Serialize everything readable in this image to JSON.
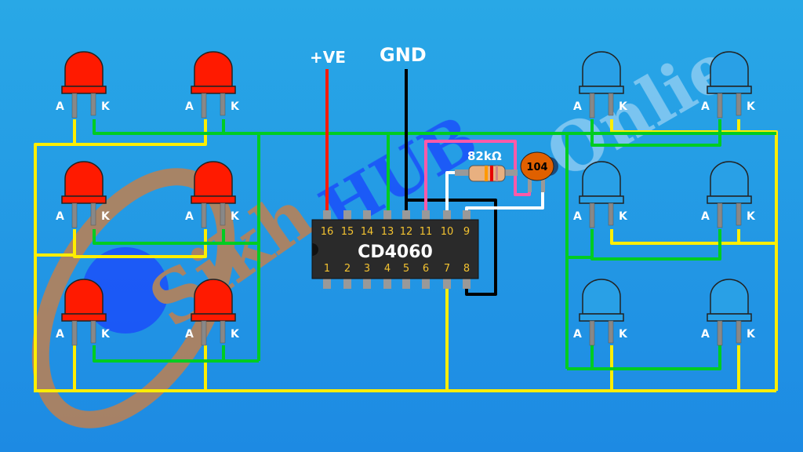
{
  "title": "CD4060 LED flasher circuit",
  "supply": {
    "positive_label": "+VE",
    "ground_label": "GND"
  },
  "ic": {
    "name": "CD4060",
    "top_pins": [
      "16",
      "15",
      "14",
      "13",
      "12",
      "11",
      "10",
      "9"
    ],
    "bottom_pins": [
      "1",
      "2",
      "3",
      "4",
      "5",
      "6",
      "7",
      "8"
    ]
  },
  "resistor": {
    "label": "82kΩ"
  },
  "capacitor": {
    "label": "104"
  },
  "led_pin_labels": {
    "anode": "A",
    "cathode": "K"
  },
  "leds": {
    "left_group": {
      "color": "red",
      "state": "on",
      "count": 6
    },
    "right_group": {
      "color": "blue",
      "state": "off",
      "count": 6
    }
  },
  "watermark": {
    "text_left": "Sikh",
    "text_mid": "HUB",
    "text_right": "Onlie"
  },
  "colors": {
    "background": "#29a8e6",
    "red_led": "#ff1a00",
    "blue_led": "#29a0e6",
    "wire_yellow": "#ffee00",
    "wire_green": "#00cc22",
    "wire_red": "#ff1a00",
    "wire_black": "#000000",
    "wire_pink": "#ff5aa8",
    "wire_white": "#ffffff",
    "ic_body": "#2a2a2a",
    "ic_text": "#f2c230"
  }
}
